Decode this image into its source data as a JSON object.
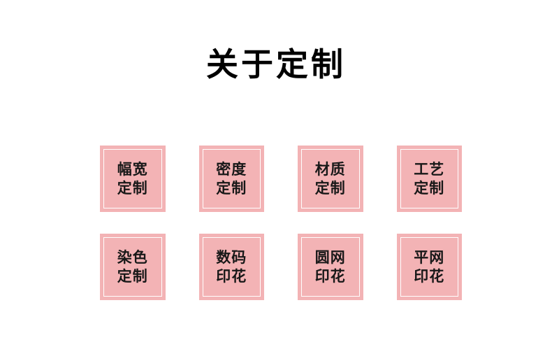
{
  "page": {
    "background": "#ffffff",
    "title": "关于定制"
  },
  "style": {
    "cell_fill": "#f3b3b5",
    "cell_border": "#ffffff",
    "text_color": "#181818",
    "title_color": "#000000"
  },
  "grid": {
    "rows": [
      {
        "cells": [
          {
            "line1": "幅宽",
            "line2": "定制"
          },
          {
            "line1": "密度",
            "line2": "定制"
          },
          {
            "line1": "材质",
            "line2": "定制"
          },
          {
            "line1": "工艺",
            "line2": "定制"
          }
        ]
      },
      {
        "cells": [
          {
            "line1": "染色",
            "line2": "定制"
          },
          {
            "line1": "数码",
            "line2": "印花"
          },
          {
            "line1": "圆网",
            "line2": "印花"
          },
          {
            "line1": "平网",
            "line2": "印花"
          }
        ]
      }
    ]
  }
}
